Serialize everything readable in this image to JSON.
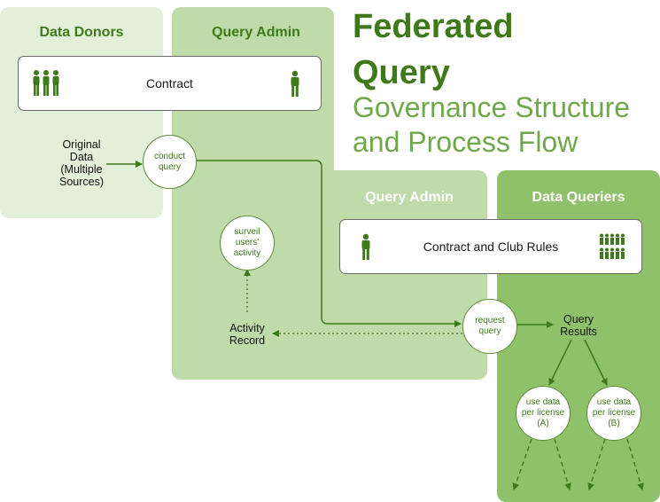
{
  "title": {
    "line1": "Federated",
    "line2": "Query",
    "sub1": "Governance Structure",
    "sub2": "and Process Flow"
  },
  "panels": {
    "data_donors": "Data Donors",
    "query_admin_top": "Query Admin",
    "query_admin_mid": "Query Admin",
    "data_queriers": "Data Queriers"
  },
  "boxes": {
    "contract": "Contract",
    "contract_club_rules": "Contract and Club Rules"
  },
  "nodes": {
    "original_data": "Original\nData\n(Multiple\nSources)",
    "conduct_query": "conduct\nquery",
    "surveil": "surveil\nusers'\nactivity",
    "activity_record": "Activity\nRecord",
    "request_query": "request\nquery",
    "query_results": "Query\nResults",
    "use_a": "use data\nper license\n(A)",
    "use_b": "use data\nper license\n(B)"
  },
  "colors": {
    "donor_panel": "#e2efd9",
    "admin_panel": "#bfdbaa",
    "querier_panel": "#8fc06a",
    "accent": "#3f7a1a",
    "title_sub": "#6fa84a"
  },
  "icons": {
    "contract_left": "group-of-three-people-icon",
    "contract_right": "single-person-icon",
    "rules_left": "single-person-icon",
    "rules_right": "crowd-of-people-icon"
  }
}
